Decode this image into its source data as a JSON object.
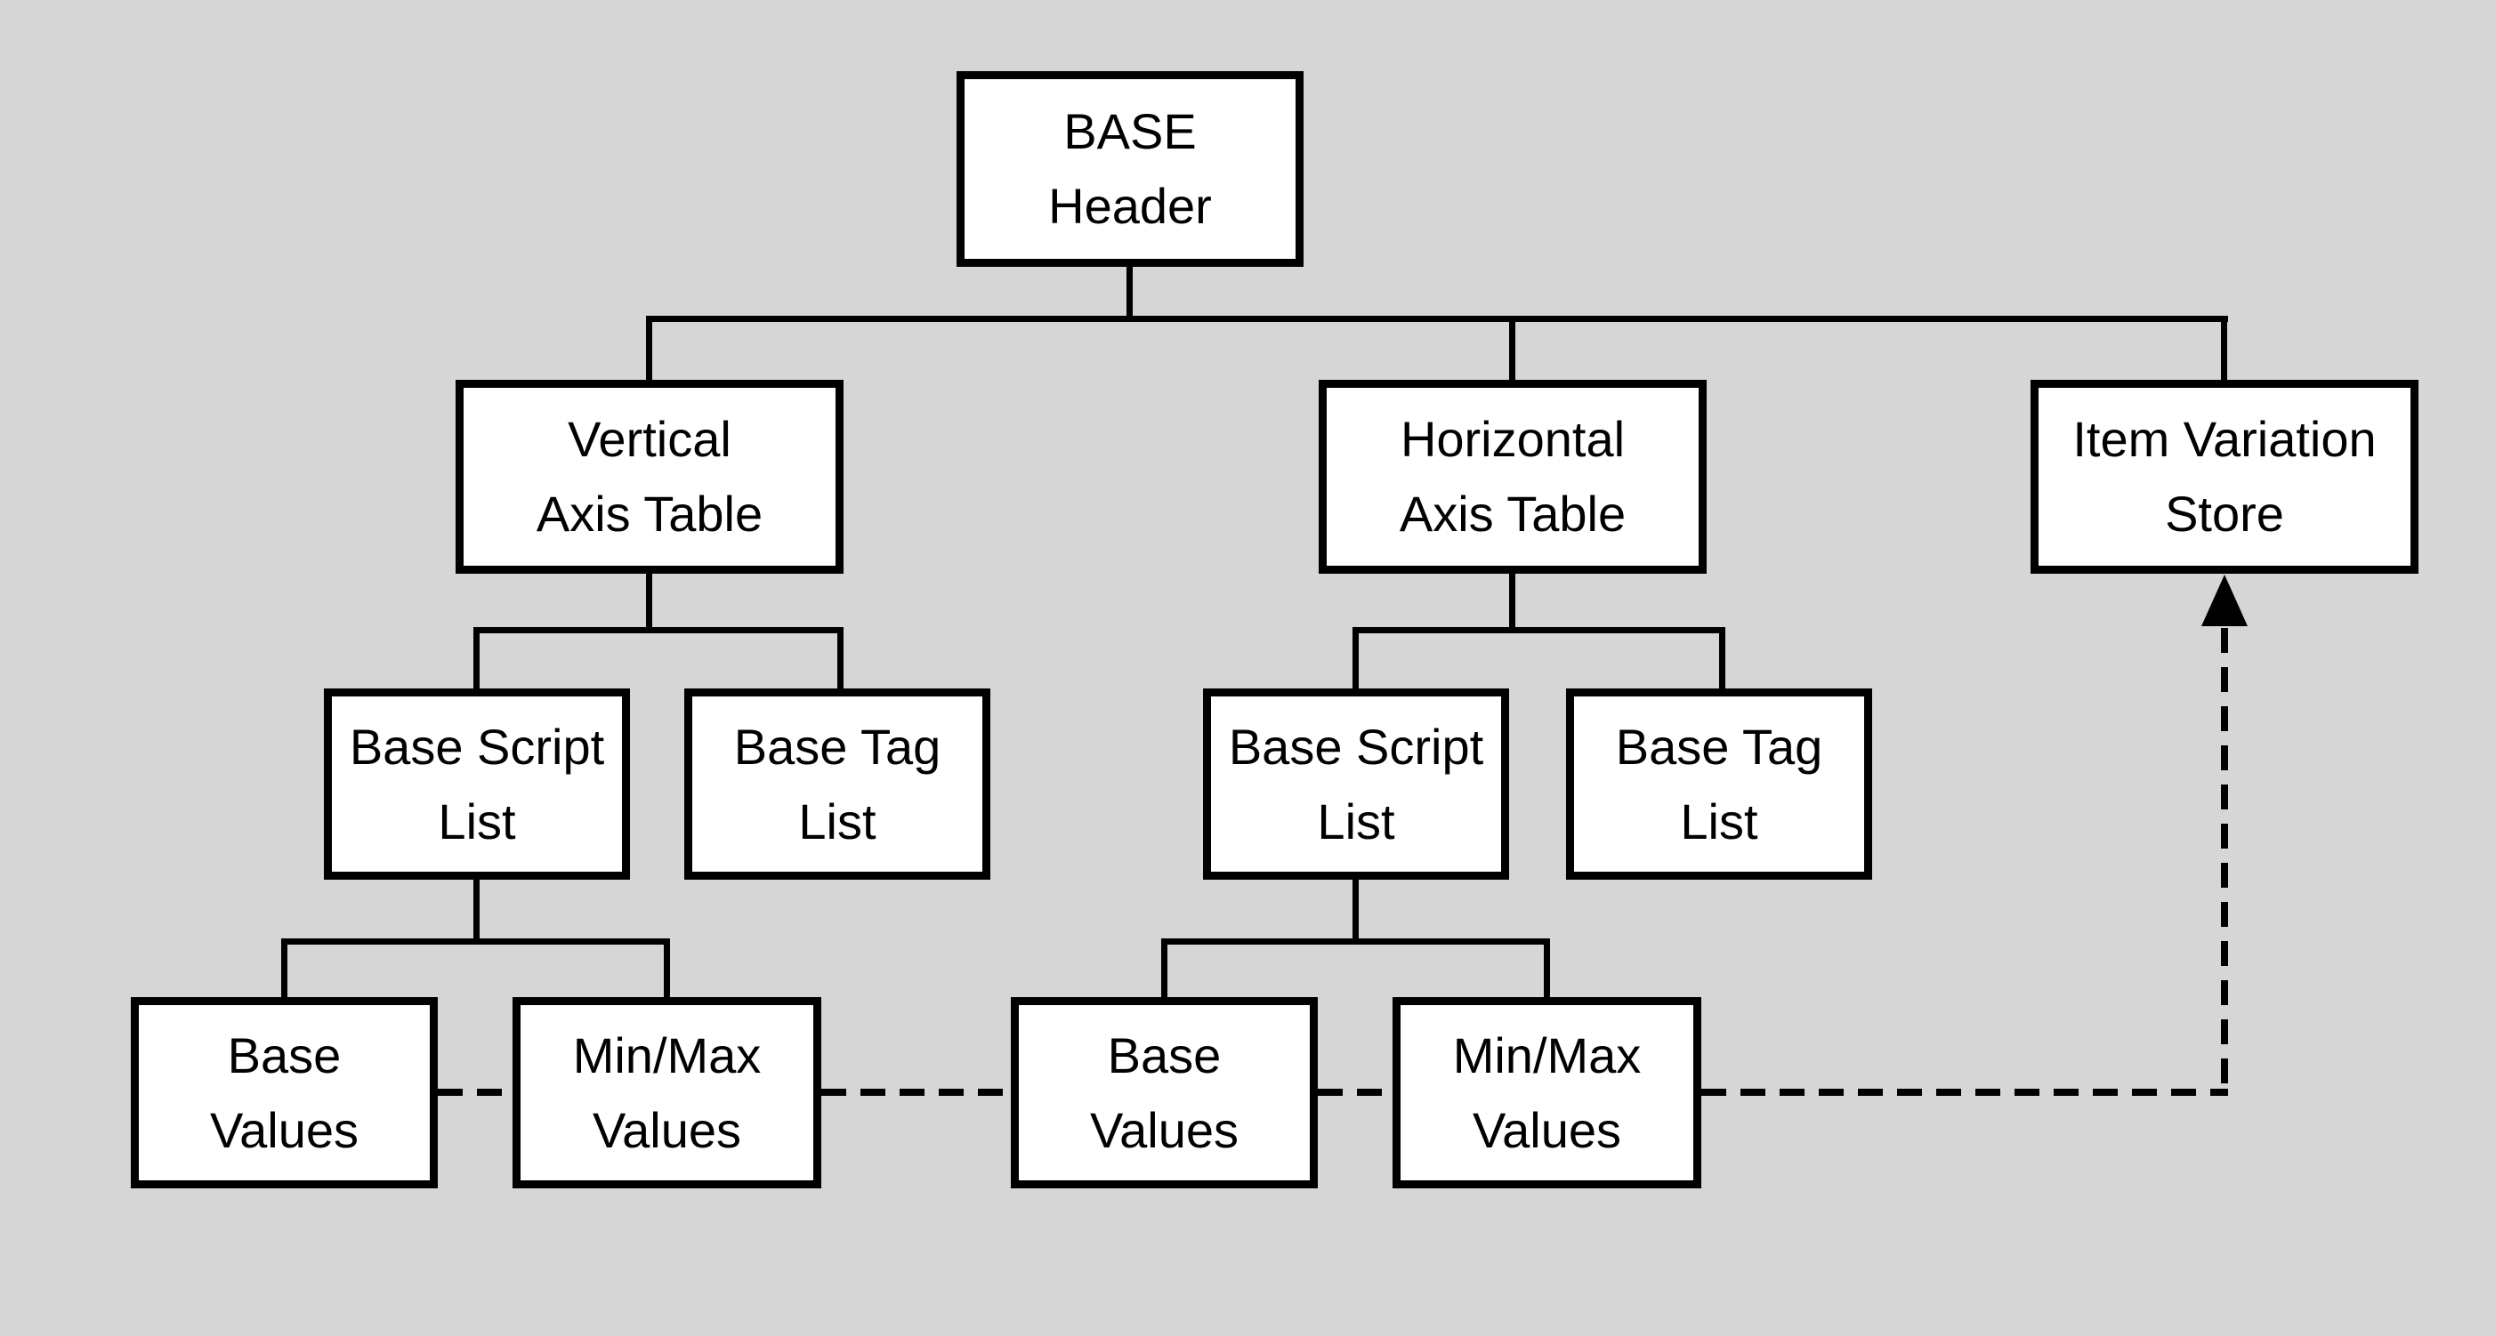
{
  "colors": {
    "background": "#d6d6d6",
    "box_fill": "#ffffff",
    "line": "#000000"
  },
  "nodes": [
    {
      "id": "base-header",
      "label": "BASE\nHeader"
    },
    {
      "id": "vertical-axis-table",
      "label": "Vertical\nAxis Table"
    },
    {
      "id": "horizontal-axis-table",
      "label": "Horizontal\nAxis Table"
    },
    {
      "id": "item-variation-store",
      "label": "Item Variation\nStore"
    },
    {
      "id": "base-script-list-vertical",
      "label": "Base Script\nList"
    },
    {
      "id": "base-tag-list-vertical",
      "label": "Base Tag\nList"
    },
    {
      "id": "base-script-list-horizontal",
      "label": "Base Script\nList"
    },
    {
      "id": "base-tag-list-horizontal",
      "label": "Base Tag\nList"
    },
    {
      "id": "base-values-vertical",
      "label": "Base\nValues"
    },
    {
      "id": "min-max-values-vertical",
      "label": "Min/Max\nValues"
    },
    {
      "id": "base-values-horizontal",
      "label": "Base\nValues"
    },
    {
      "id": "min-max-values-horizontal",
      "label": "Min/Max\nValues"
    }
  ],
  "edges": {
    "solid_parent_child": [
      [
        "BASE Header",
        "Vertical Axis Table"
      ],
      [
        "BASE Header",
        "Horizontal Axis Table"
      ],
      [
        "BASE Header",
        "Item Variation Store"
      ],
      [
        "Vertical Axis Table",
        "Base Script List"
      ],
      [
        "Vertical Axis Table",
        "Base Tag List"
      ],
      [
        "Horizontal Axis Table",
        "Base Script List"
      ],
      [
        "Horizontal Axis Table",
        "Base Tag List"
      ],
      [
        "Base Script List (vertical)",
        "Base Values"
      ],
      [
        "Base Script List (vertical)",
        "Min/Max Values"
      ],
      [
        "Base Script List (horizontal)",
        "Base Values"
      ],
      [
        "Base Script List (horizontal)",
        "Min/Max Values"
      ]
    ],
    "dashed_reference_path": "Base Values – Min/Max Values – Base Values – Min/Max Values → Item Variation Store (arrow into bottom of Item Variation Store)"
  }
}
